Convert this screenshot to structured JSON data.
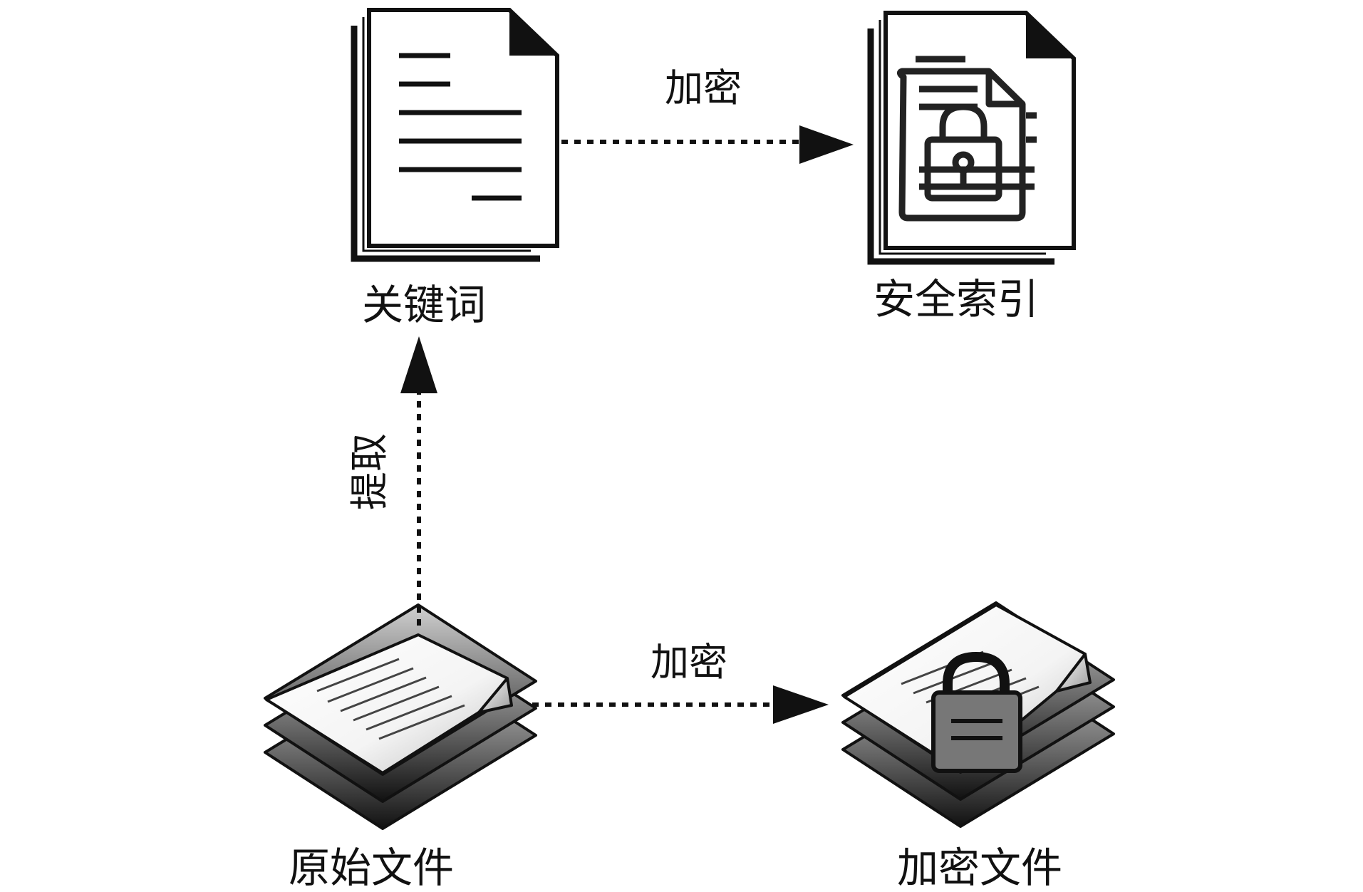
{
  "nodes": {
    "keywords": {
      "label": "关键词"
    },
    "secure_index": {
      "label": "安全索引"
    },
    "original_files": {
      "label": "原始文件"
    },
    "encrypted_files": {
      "label": "加密文件"
    }
  },
  "edges": {
    "extract": {
      "label": "提取"
    },
    "encrypt_index": {
      "label": "加密"
    },
    "encrypt_files": {
      "label": "加密"
    }
  },
  "colors": {
    "stroke": "#111111",
    "lock_fill": "#777777",
    "paper": "#ffffff"
  }
}
